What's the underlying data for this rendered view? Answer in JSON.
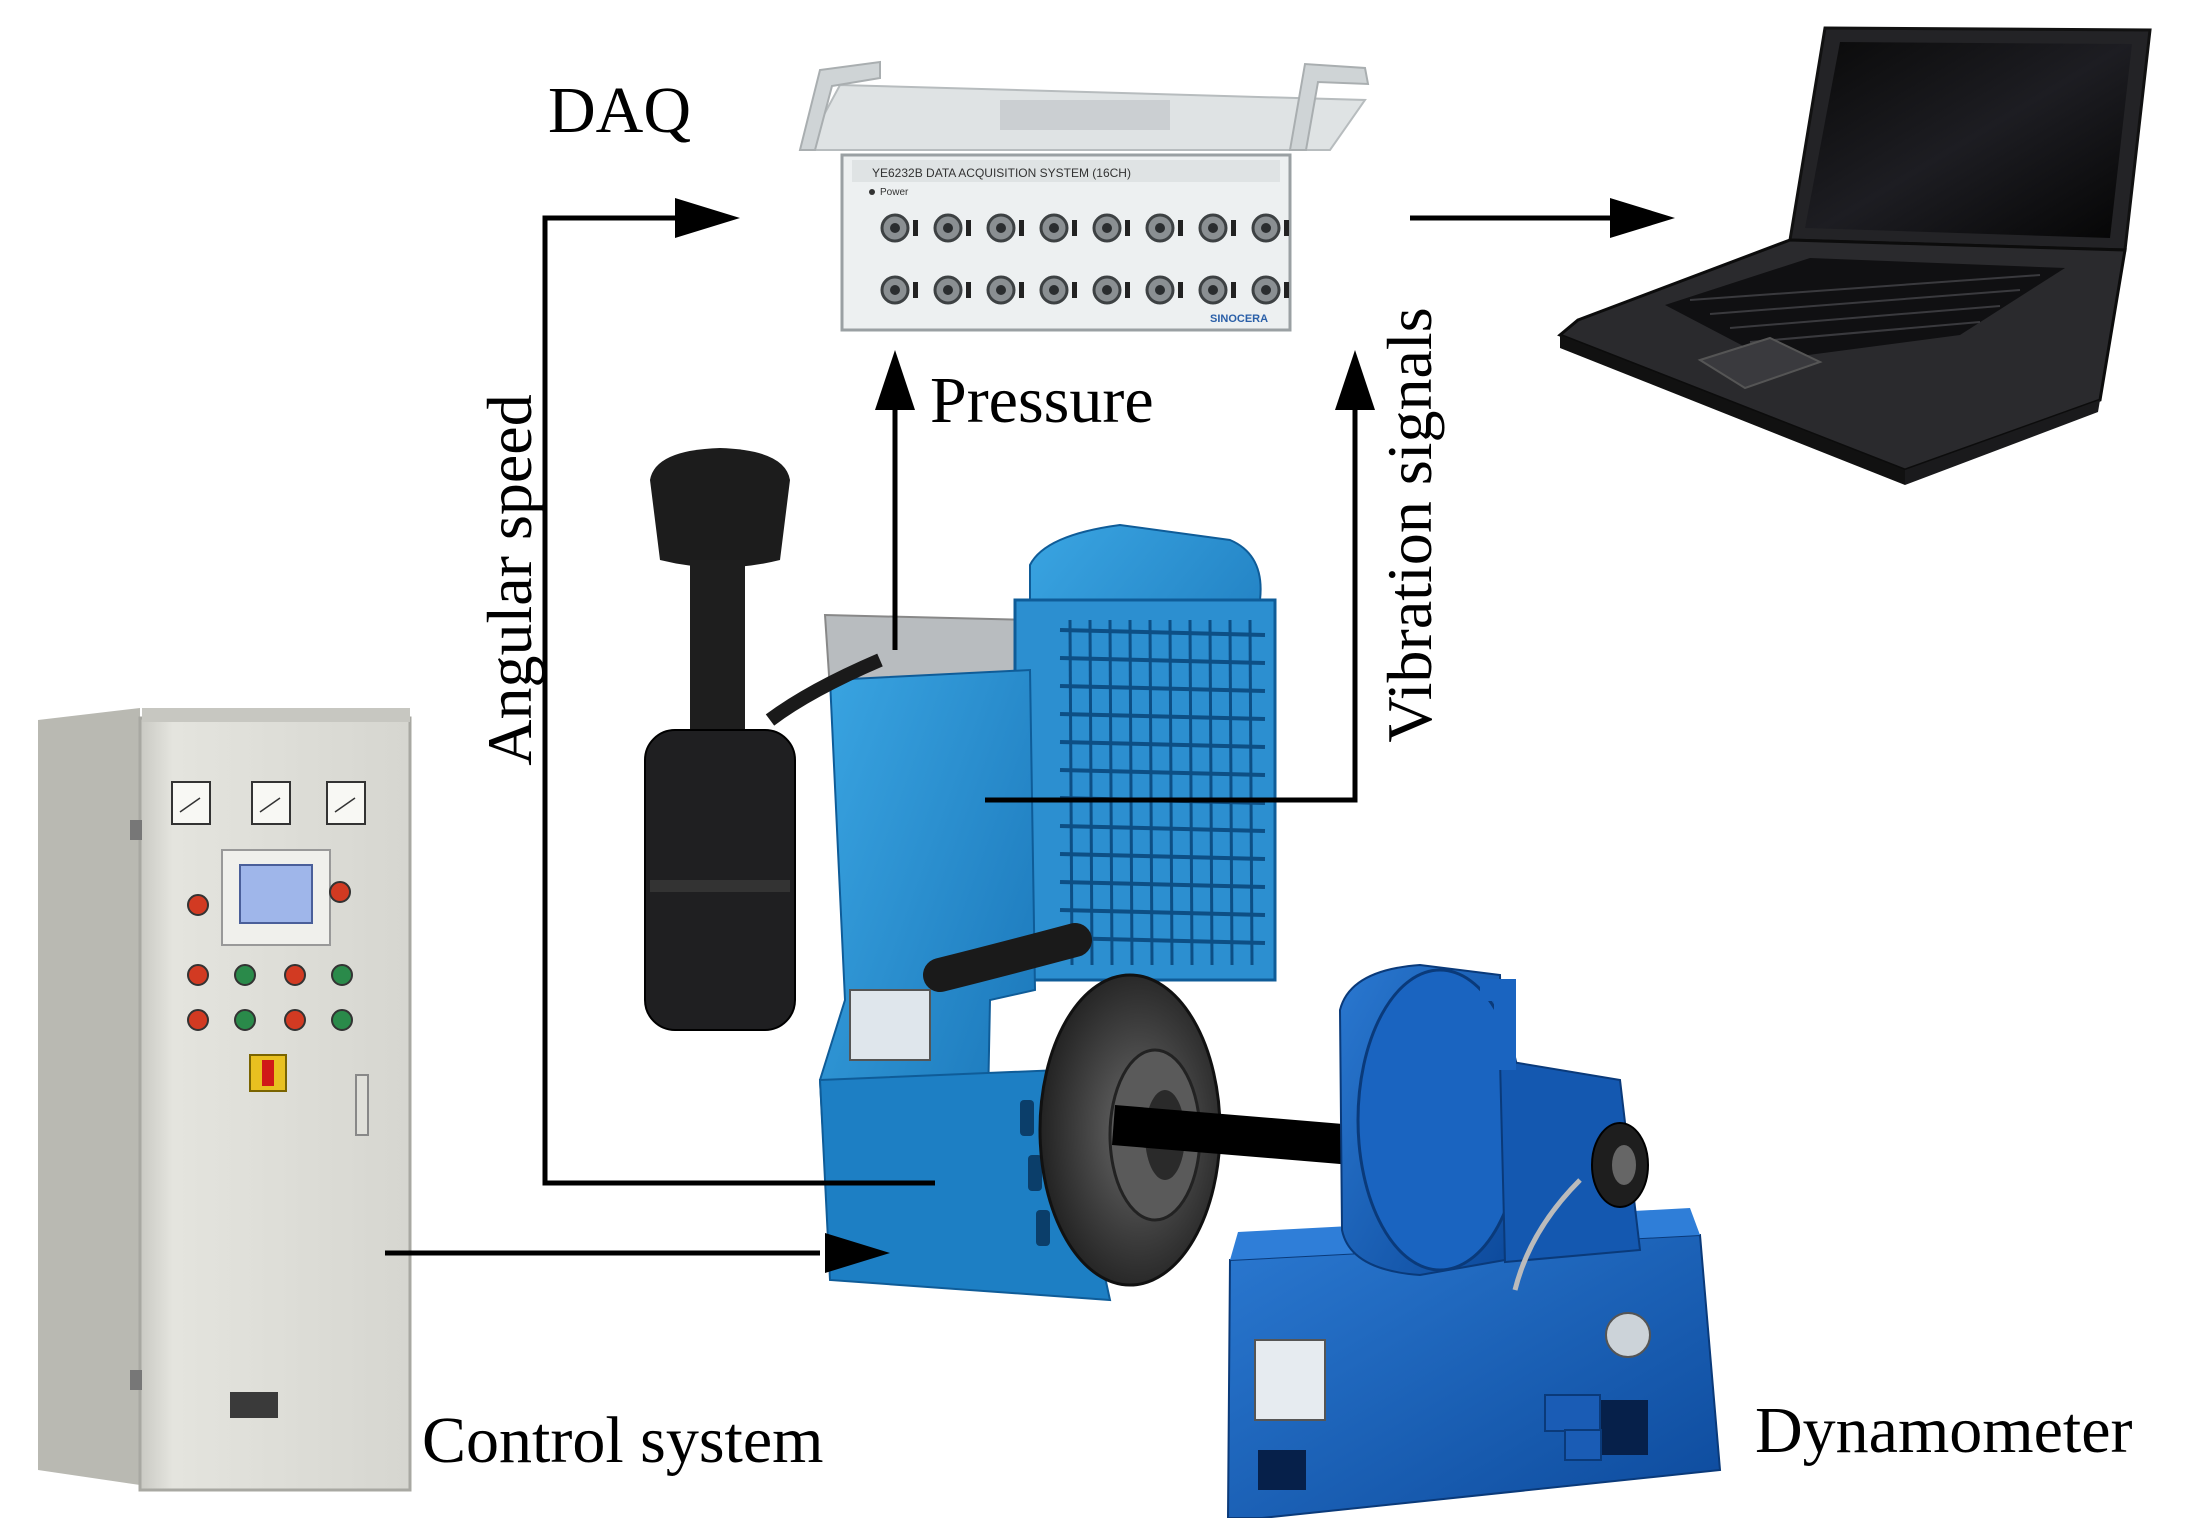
{
  "labels": {
    "daq": "DAQ",
    "pressure": "Pressure",
    "angular_speed": "Angular speed",
    "vibration_signals": "Vibration signals",
    "control_system": "Control system",
    "dynamometer": "Dynamometer"
  },
  "daq_device": {
    "header_text": "YE6232B DATA ACQUISITION SYSTEM (16CH)",
    "power_label": "Power",
    "brand": "SINOCERA"
  },
  "colors": {
    "engine_blue": "#1f8fd0",
    "dyno_blue": "#1560b8",
    "cabinet_gray": "#dcdcd6",
    "daq_gray": "#e6e9ea",
    "laptop_black": "#1b1b1d",
    "arrow": "#000000"
  }
}
